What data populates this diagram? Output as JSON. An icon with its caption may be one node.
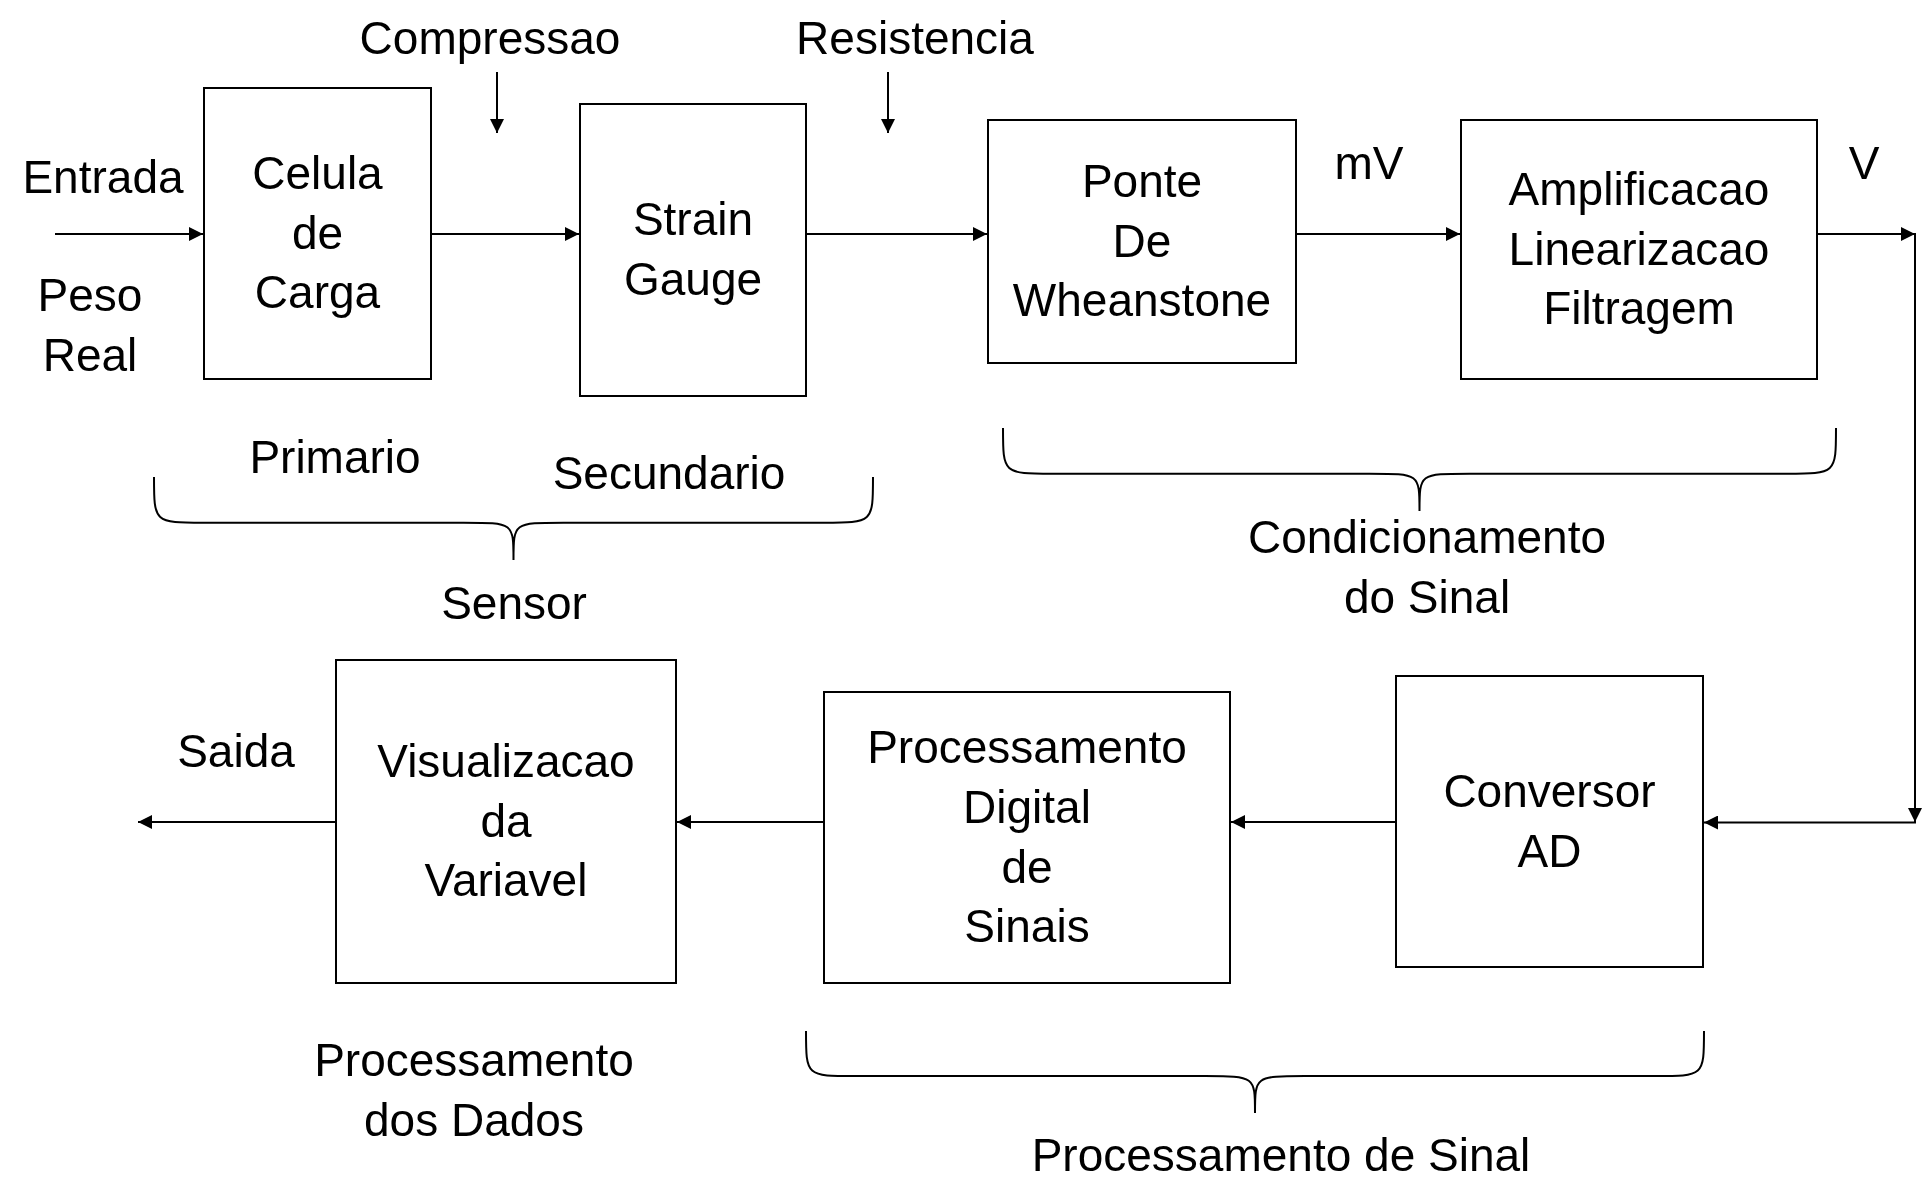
{
  "diagram": {
    "nodes": [
      {
        "text": [
          "Celula de Carga"
        ]
      },
      {
        "text": [
          "Compressao"
        ]
      },
      {
        "text": [
          "Strain Gauge"
        ]
      },
      {
        "text": [
          "Resistencia"
        ]
      },
      {
        "text": [
          "Ponte De Wheanstone"
        ]
      },
      {
        "text": [
          "Amplificacao Linearizacao Filtragem"
        ]
      },
      {
        "text": [
          "Visualizacao da Variavel"
        ]
      },
      {
        "text": [
          "Processamento Digital de Sinais"
        ]
      },
      {
        "text": [
          "Conversor AD"
        ]
      }
    ],
    "edges": [
      {
        "from": null,
        "to": 0,
        "arrow": "to"
      },
      {
        "from": 0,
        "to": 2,
        "arrow": "to"
      },
      {
        "from": 2,
        "to": 4,
        "arrow": "to"
      },
      {
        "from": 4,
        "to": 5,
        "arrow": "to",
        "label": "mV"
      },
      {
        "from": 5,
        "to": 8,
        "arrow": "to",
        "label": "V"
      },
      {
        "from": 8,
        "to": 7,
        "arrow": "to"
      },
      {
        "from": 7,
        "to": 6,
        "arrow": "to"
      },
      {
        "from": 6,
        "to": null,
        "arrow": "to",
        "label": "Saida"
      },
      {
        "from": 1,
        "to": null,
        "arrow": "to"
      },
      {
        "from": 3,
        "to": null,
        "arrow": "to"
      }
    ],
    "labels": [
      "Entrada",
      "Peso Real",
      "Primario",
      "Secundario",
      "Sensor",
      "Condicionamento do Sinal",
      "Processamento dos Dados",
      "Processamento de Sinal"
    ]
  }
}
